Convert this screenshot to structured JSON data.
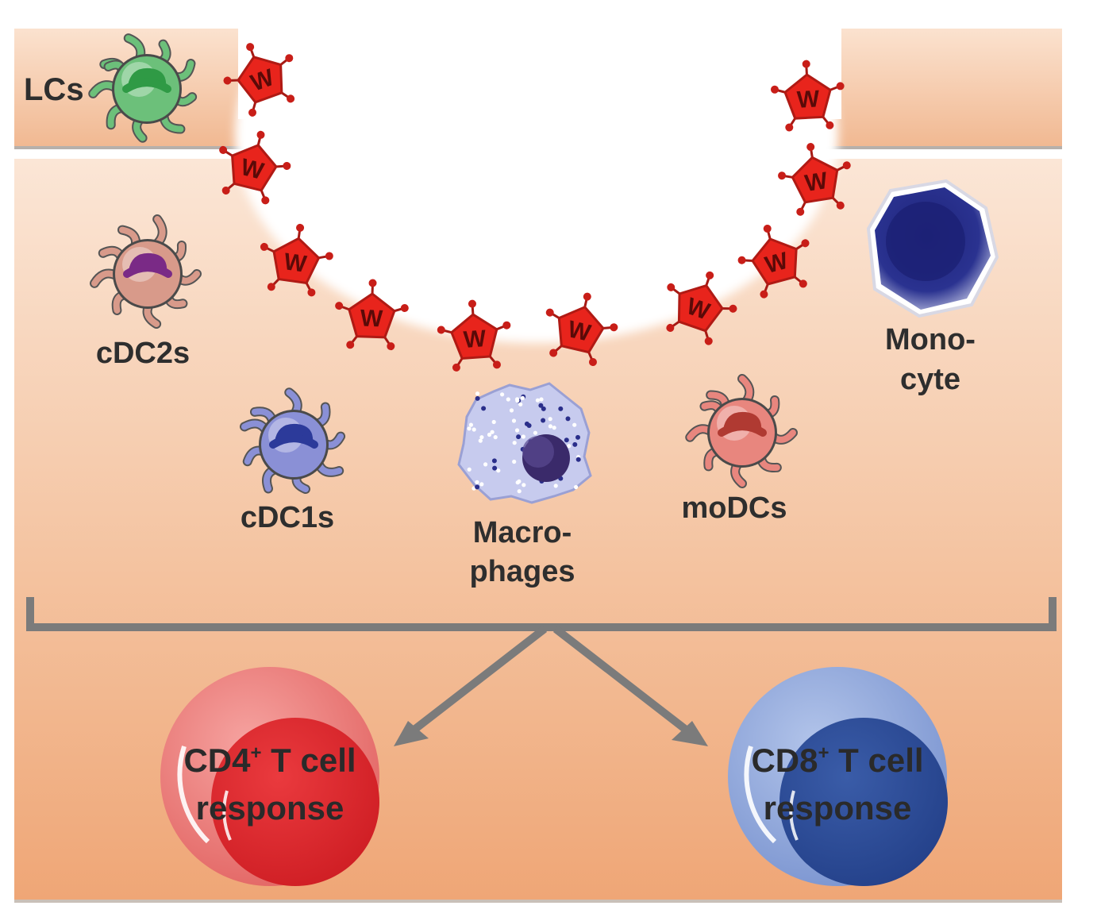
{
  "cells": {
    "lcs": {
      "label": "LCs",
      "color": "#6cc07a",
      "nucleus": "#2f9a45"
    },
    "cdc2s": {
      "label": "cDC2s",
      "color": "#d89a8a",
      "nucleus": "#7a2a86"
    },
    "cdc1s": {
      "label": "cDC1s",
      "color": "#8a90d6",
      "nucleus": "#2c3a9a"
    },
    "macrophages": {
      "label_line1": "Macro-",
      "label_line2": "phages",
      "color": "#c8cdf0",
      "nucleus": "#3a2a6a"
    },
    "modcs": {
      "label": "moDCs",
      "color": "#e8867e",
      "nucleus": "#b03a32"
    },
    "monocyte": {
      "label_line1": "Mono-",
      "label_line2": "cyte",
      "color": "#2a2f8a"
    }
  },
  "tcells": {
    "cd4": {
      "label_line1_main": "CD4",
      "label_sup": "+",
      "label_line1_rest": " T cell",
      "label_line2": "response",
      "outer": "#ee7a78",
      "inner": "#e0262e"
    },
    "cd8": {
      "label_line1_main": "CD8",
      "label_sup": "+",
      "label_line1_rest": " T cell",
      "label_line2": "response",
      "outer": "#8fa8dc",
      "inner": "#2e4e9a"
    }
  },
  "virus": {
    "symbol": "W",
    "color": "#e8241c"
  },
  "colors": {
    "tissue": "#f2b58e",
    "skin_layer": "#f6c9a8",
    "bracket": "#7a7a7a"
  }
}
